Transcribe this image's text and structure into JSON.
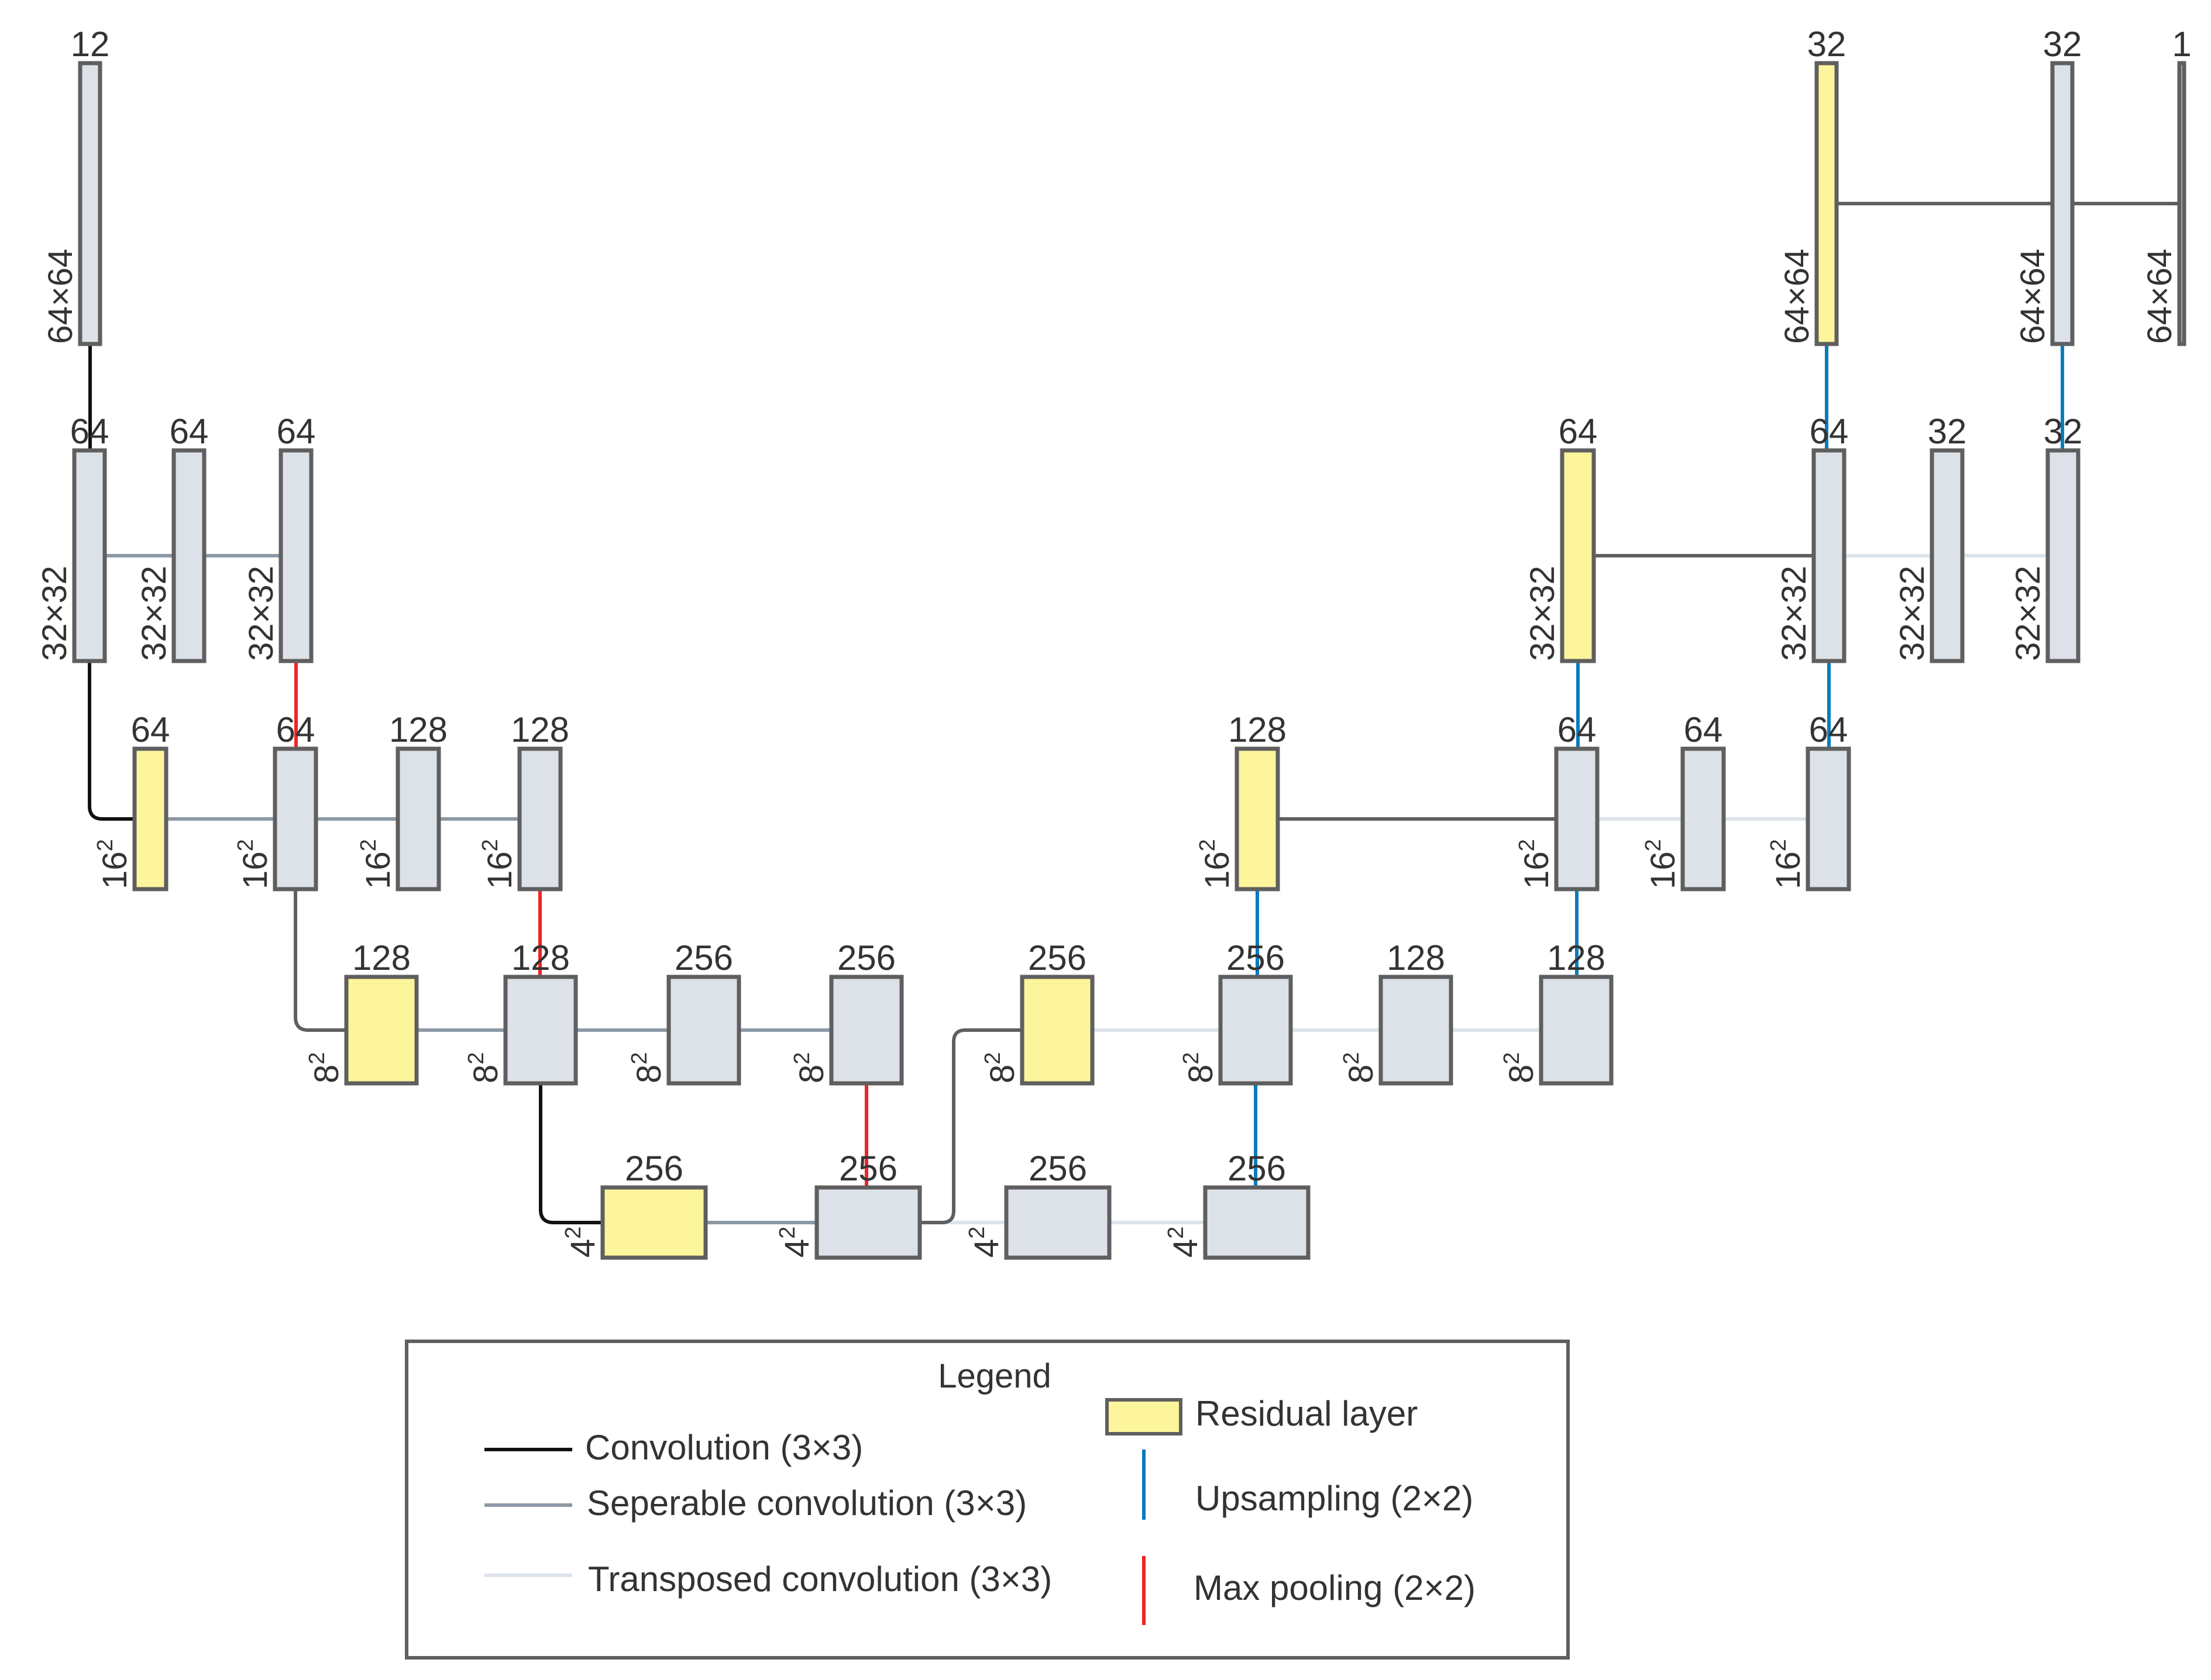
{
  "colors": {
    "layer_fill": "#dde2e9",
    "layer_stroke": "#5f5f5f",
    "residual_fill": "#fdf59c",
    "conv": "#111111",
    "skip": "#5f5f5f",
    "sep": "#8c99a6",
    "transposed": "#dde3ea",
    "up": "#0a7bbd",
    "pool": "#f02424",
    "text": "#333333"
  },
  "layers": [
    {
      "id": "L0",
      "ch": "12",
      "size": "64×64",
      "sq": false,
      "res": false
    },
    {
      "id": "L1",
      "ch": "64",
      "size": "32×32",
      "sq": false,
      "res": false
    },
    {
      "id": "L2",
      "ch": "64",
      "size": "32×32",
      "sq": false,
      "res": false
    },
    {
      "id": "L3",
      "ch": "64",
      "size": "32×32",
      "sq": false,
      "res": false
    },
    {
      "id": "L4",
      "ch": "64",
      "size": "16",
      "sq": true,
      "res": true
    },
    {
      "id": "L5",
      "ch": "64",
      "size": "16",
      "sq": true,
      "res": false
    },
    {
      "id": "L6",
      "ch": "128",
      "size": "16",
      "sq": true,
      "res": false
    },
    {
      "id": "L7",
      "ch": "128",
      "size": "16",
      "sq": true,
      "res": false
    },
    {
      "id": "L8",
      "ch": "128",
      "size": "8",
      "sq": true,
      "res": true
    },
    {
      "id": "L9",
      "ch": "128",
      "size": "8",
      "sq": true,
      "res": false
    },
    {
      "id": "L10",
      "ch": "256",
      "size": "8",
      "sq": true,
      "res": false
    },
    {
      "id": "L11",
      "ch": "256",
      "size": "8",
      "sq": true,
      "res": false
    },
    {
      "id": "L12",
      "ch": "256",
      "size": "4",
      "sq": true,
      "res": true
    },
    {
      "id": "L13",
      "ch": "256",
      "size": "4",
      "sq": true,
      "res": false
    },
    {
      "id": "L14",
      "ch": "256",
      "size": "4",
      "sq": true,
      "res": false
    },
    {
      "id": "L15",
      "ch": "256",
      "size": "4",
      "sq": true,
      "res": false
    },
    {
      "id": "L16",
      "ch": "256",
      "size": "8",
      "sq": true,
      "res": true
    },
    {
      "id": "L17",
      "ch": "256",
      "size": "8",
      "sq": true,
      "res": false
    },
    {
      "id": "L18",
      "ch": "128",
      "size": "8",
      "sq": true,
      "res": false
    },
    {
      "id": "L19",
      "ch": "128",
      "size": "8",
      "sq": true,
      "res": false
    },
    {
      "id": "L20",
      "ch": "128",
      "size": "16",
      "sq": true,
      "res": true
    },
    {
      "id": "L21",
      "ch": "64",
      "size": "16",
      "sq": true,
      "res": false
    },
    {
      "id": "L22",
      "ch": "64",
      "size": "16",
      "sq": true,
      "res": false
    },
    {
      "id": "L23",
      "ch": "64",
      "size": "16",
      "sq": true,
      "res": false
    },
    {
      "id": "L24",
      "ch": "64",
      "size": "32×32",
      "sq": false,
      "res": true
    },
    {
      "id": "L25",
      "ch": "64",
      "size": "32×32",
      "sq": false,
      "res": false
    },
    {
      "id": "L26",
      "ch": "32",
      "size": "32×32",
      "sq": false,
      "res": false
    },
    {
      "id": "L27",
      "ch": "32",
      "size": "32×32",
      "sq": false,
      "res": false
    },
    {
      "id": "L28",
      "ch": "32",
      "size": "64×64",
      "sq": false,
      "res": true
    },
    {
      "id": "L29",
      "ch": "32",
      "size": "64×64",
      "sq": false,
      "res": false
    },
    {
      "id": "L30",
      "ch": "1",
      "size": "64×64",
      "sq": false,
      "res": false
    }
  ],
  "connections": [
    {
      "from": "L0",
      "to": "L1",
      "type": "conv"
    },
    {
      "from": "L1",
      "to": "L2",
      "type": "sep"
    },
    {
      "from": "L2",
      "to": "L3",
      "type": "sep"
    },
    {
      "from": "L3",
      "to": "L5",
      "type": "pool"
    },
    {
      "from": "L1",
      "to": "L4",
      "type": "conv"
    },
    {
      "from": "L4",
      "to": "L5",
      "type": "sep"
    },
    {
      "from": "L5",
      "to": "L6",
      "type": "sep"
    },
    {
      "from": "L6",
      "to": "L7",
      "type": "sep"
    },
    {
      "from": "L7",
      "to": "L9",
      "type": "pool"
    },
    {
      "from": "L5",
      "to": "L8",
      "type": "skip"
    },
    {
      "from": "L8",
      "to": "L9",
      "type": "sep"
    },
    {
      "from": "L9",
      "to": "L10",
      "type": "sep"
    },
    {
      "from": "L10",
      "to": "L11",
      "type": "sep"
    },
    {
      "from": "L11",
      "to": "L13",
      "type": "pool"
    },
    {
      "from": "L9",
      "to": "L12",
      "type": "conv"
    },
    {
      "from": "L12",
      "to": "L13",
      "type": "sep"
    },
    {
      "from": "L13",
      "to": "L14",
      "type": "transposed"
    },
    {
      "from": "L14",
      "to": "L15",
      "type": "transposed"
    },
    {
      "from": "L13",
      "to": "L16",
      "type": "skip"
    },
    {
      "from": "L16",
      "to": "L17",
      "type": "transposed"
    },
    {
      "from": "L15",
      "to": "L17",
      "type": "up"
    },
    {
      "from": "L17",
      "to": "L18",
      "type": "transposed"
    },
    {
      "from": "L18",
      "to": "L19",
      "type": "transposed"
    },
    {
      "from": "L17",
      "to": "L20",
      "type": "up"
    },
    {
      "from": "L19",
      "to": "L21",
      "type": "up"
    },
    {
      "from": "L20",
      "to": "L21",
      "type": "skip"
    },
    {
      "from": "L21",
      "to": "L22",
      "type": "transposed"
    },
    {
      "from": "L22",
      "to": "L23",
      "type": "transposed"
    },
    {
      "from": "L21",
      "to": "L24",
      "type": "up"
    },
    {
      "from": "L23",
      "to": "L25",
      "type": "up"
    },
    {
      "from": "L24",
      "to": "L25",
      "type": "skip"
    },
    {
      "from": "L25",
      "to": "L26",
      "type": "transposed"
    },
    {
      "from": "L26",
      "to": "L27",
      "type": "transposed"
    },
    {
      "from": "L25",
      "to": "L28",
      "type": "up"
    },
    {
      "from": "L27",
      "to": "L29",
      "type": "up"
    },
    {
      "from": "L28",
      "to": "L29",
      "type": "skip"
    },
    {
      "from": "L29",
      "to": "L30",
      "type": "skip"
    }
  ],
  "legend": {
    "title": "Legend",
    "conv_label": "Convolution (3×3)",
    "sep_label": "Seperable convolution (3×3)",
    "transposed_label": "Transposed convolution (3×3)",
    "residual_label": "Residual layer",
    "up_label": "Upsampling (2×2)",
    "pool_label": "Max pooling (2×2)"
  }
}
